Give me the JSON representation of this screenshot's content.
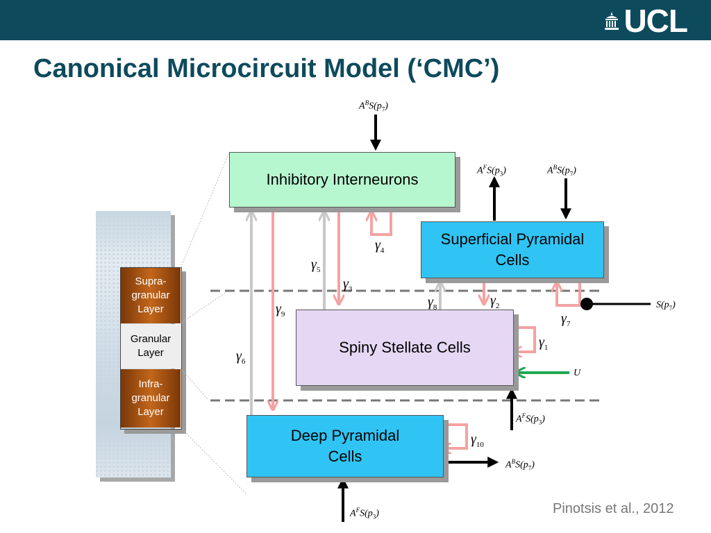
{
  "header": {
    "logo_text": "UCL",
    "title": "Canonical Microcircuit Model (‘CMC’)"
  },
  "boxes": {
    "inhibitory": "Inhibitory Interneurons",
    "superficial": "Superficial Pyramidal\nCells",
    "spiny": "Spiny Stellate Cells",
    "deep": "Deep Pyramidal\nCells"
  },
  "layers": {
    "supra": "Supra-\ngranular\nLayer",
    "granular": "Granular\nLayer",
    "infra": "Infra-\ngranular\nLayer"
  },
  "signals": {
    "AB_top": {
      "A": "A",
      "sup": "B",
      "S": "S",
      "p": "p",
      "sub": "7"
    },
    "AF_sup": {
      "A": "A",
      "sup": "F",
      "S": "S",
      "p": "p",
      "sub": "3"
    },
    "AB_sup": {
      "A": "A",
      "sup": "B",
      "S": "S",
      "p": "p",
      "sub": "7"
    },
    "S_side": {
      "S": "S",
      "p": "p",
      "sub": "7"
    },
    "U": "U",
    "AF_spiny": {
      "A": "A",
      "sup": "F",
      "S": "S",
      "p": "p",
      "sub": "3"
    },
    "AB_deep": {
      "A": "A",
      "sup": "B",
      "S": "S",
      "p": "p",
      "sub": "7"
    },
    "AF_bottom": {
      "A": "A",
      "sup": "F",
      "S": "S",
      "p": "p",
      "sub": "3"
    }
  },
  "gammas": {
    "g1": "1",
    "g2": "2",
    "g3": "3",
    "g4": "4",
    "g5": "5",
    "g6": "6",
    "g7": "7",
    "g8": "8",
    "g9": "9",
    "g10": "10",
    "symbol": "γ"
  },
  "citation": "Pinotsis et al., 2012",
  "colors": {
    "header_bar": "#0d4a5c",
    "excitatory": "#c8c8c8",
    "inhibitory": "#f4a2a2",
    "input_U": "#1fa84f",
    "signal": "#000000"
  }
}
